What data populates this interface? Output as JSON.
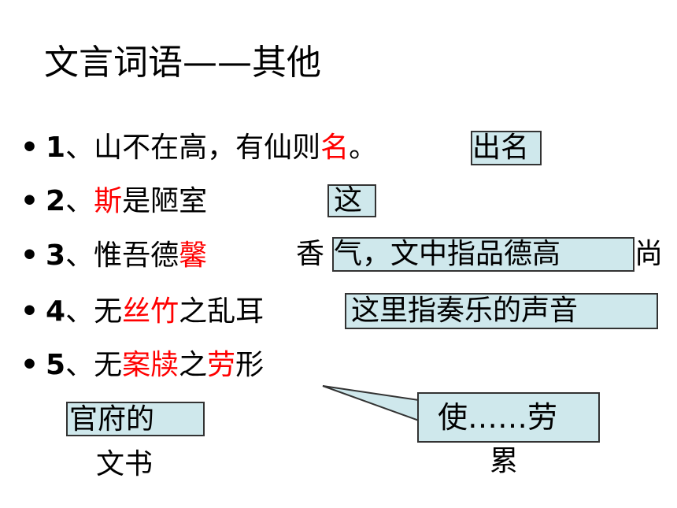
{
  "title": "文言词语——其他",
  "items": [
    {
      "bullet": "•",
      "num": "1",
      "pre": "、山不在高，有仙则",
      "red": "名",
      "post": "。",
      "answer": "出名"
    },
    {
      "bullet": "•",
      "num": "2",
      "pre": "、",
      "red": "斯",
      "post": "是陋室",
      "answer": "这"
    },
    {
      "bullet": "•",
      "num": "3",
      "pre": "、惟吾德",
      "red": "馨",
      "post": "",
      "answer_plain": "香",
      "answer": "气，文中指品德高",
      "answer_tail": "尚"
    },
    {
      "bullet": "•",
      "num": "4",
      "pre": "、无",
      "red": "丝竹",
      "post": "之乱耳",
      "answer": "这里指奏乐的声音"
    },
    {
      "bullet": "•",
      "num": "5",
      "pre": "、无",
      "red": "案牍",
      "mid": "之",
      "red2": "劳",
      "post": "形"
    }
  ],
  "callouts": {
    "left_box": "官府的",
    "left_below": "文书",
    "right_box": "使……劳",
    "right_below": "累"
  },
  "colors": {
    "highlight": "#ff0000",
    "box_fill": "#cfe8ec",
    "box_border": "#333333"
  }
}
